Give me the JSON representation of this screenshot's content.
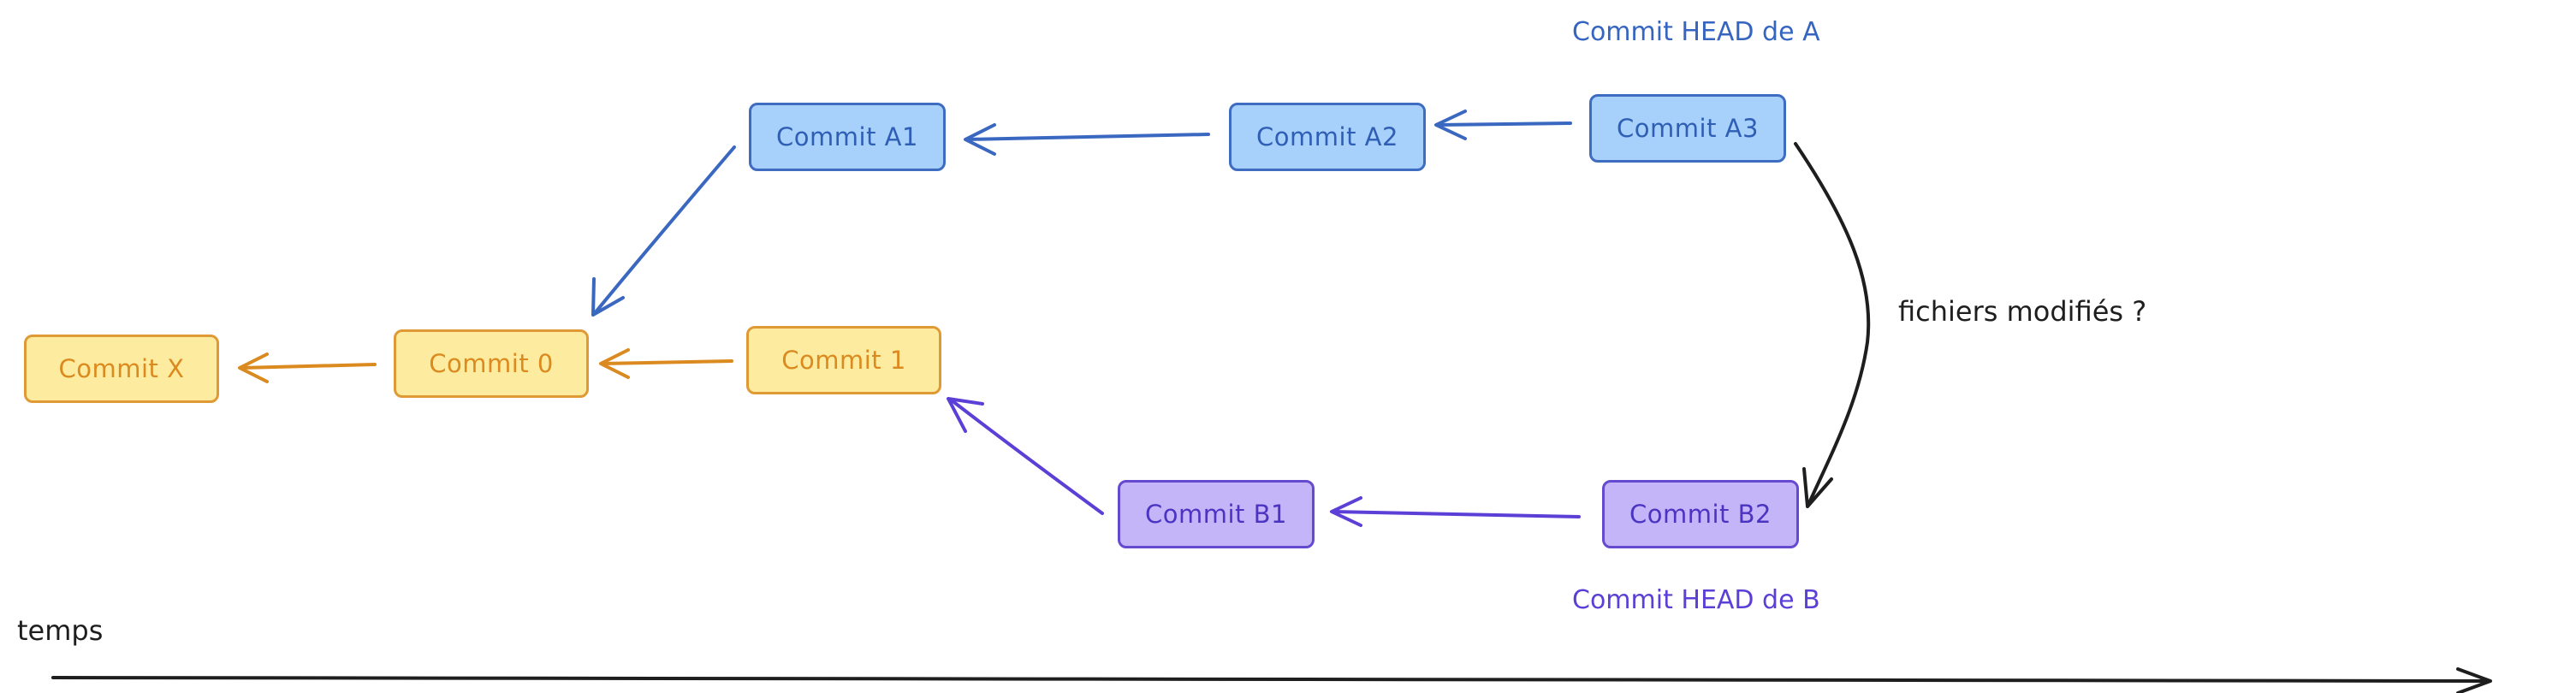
{
  "nodes": {
    "commit_x": {
      "label": "Commit X",
      "group": "shared"
    },
    "commit_0": {
      "label": "Commit 0",
      "group": "shared"
    },
    "commit_1": {
      "label": "Commit 1",
      "group": "shared"
    },
    "commit_a1": {
      "label": "Commit A1",
      "group": "branch-a"
    },
    "commit_a2": {
      "label": "Commit A2",
      "group": "branch-a"
    },
    "commit_a3": {
      "label": "Commit A3",
      "group": "branch-a"
    },
    "commit_b1": {
      "label": "Commit B1",
      "group": "branch-b"
    },
    "commit_b2": {
      "label": "Commit B2",
      "group": "branch-b"
    }
  },
  "labels": {
    "head_a": "Commit HEAD de A",
    "head_b": "Commit HEAD de B",
    "modified_files": "fichiers modifiés ?",
    "time_axis": "temps"
  },
  "edges": [
    {
      "from": "commit_0",
      "to": "commit_x",
      "color": "#db8a1f"
    },
    {
      "from": "commit_1",
      "to": "commit_0",
      "color": "#db8a1f"
    },
    {
      "from": "commit_a1",
      "to": "commit_0",
      "color": "#3a67c0"
    },
    {
      "from": "commit_a2",
      "to": "commit_a1",
      "color": "#3a67c0"
    },
    {
      "from": "commit_a3",
      "to": "commit_a2",
      "color": "#3a67c0"
    },
    {
      "from": "commit_b1",
      "to": "commit_1",
      "color": "#5b3fd6"
    },
    {
      "from": "commit_b2",
      "to": "commit_b1",
      "color": "#5b3fd6"
    },
    {
      "from": "commit_a3",
      "to": "commit_b2",
      "color": "#1e1e1e",
      "label": "modified_files"
    }
  ],
  "colors": {
    "shared_fill": "#fdec9f",
    "shared_stroke": "#e09a35",
    "branch_a_fill": "#a7d0fb",
    "branch_a_stroke": "#3e6cc0",
    "branch_b_fill": "#c4b5f8",
    "branch_b_stroke": "#6549cf",
    "time_axis": "#1e1e1e"
  }
}
